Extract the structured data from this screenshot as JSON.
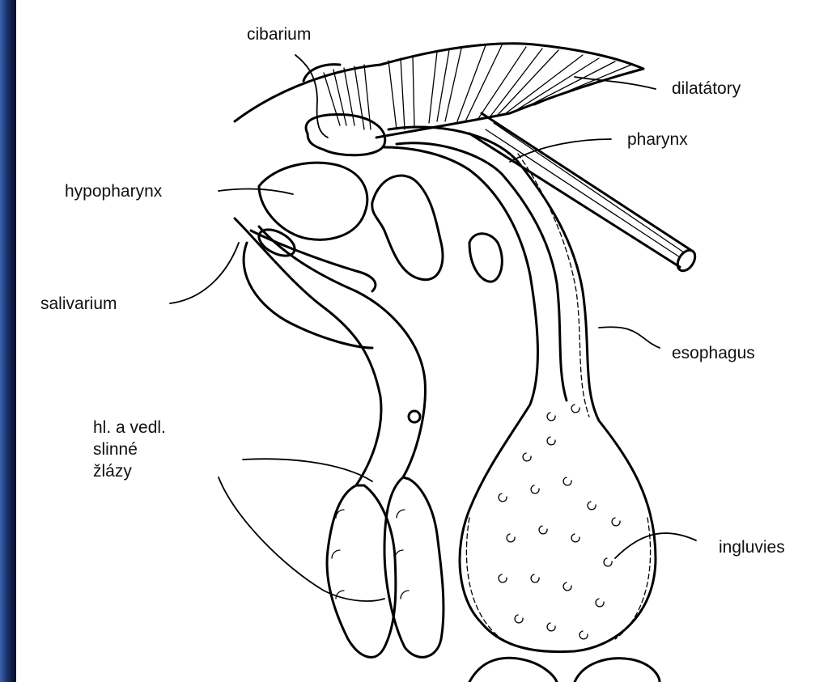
{
  "labels": {
    "cibarium": "cibarium",
    "dilatatory": "dilatátory",
    "pharynx": "pharynx",
    "hypopharynx": "hypopharynx",
    "salivarium": "salivarium",
    "esophagus": "esophagus",
    "salivary_glands": [
      "hl. a vedl.",
      "slinné",
      "žlázy"
    ],
    "ingluvies": "ingluvies"
  },
  "colors": {
    "background_edge": "#3a63b0",
    "background": "#050a24",
    "panel": "#ffffff",
    "ink": "#000000"
  }
}
